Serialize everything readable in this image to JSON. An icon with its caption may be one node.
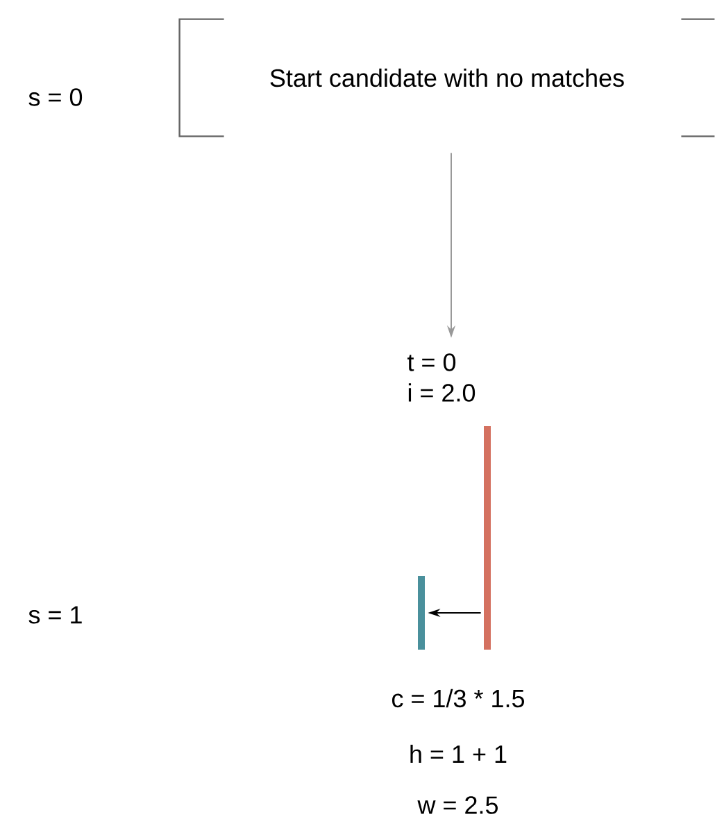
{
  "diagram": {
    "nodes": [
      {
        "text": [
          "Start candidate with no matches"
        ]
      },
      {
        "text": [
          "t = 0",
          "i = 2.0"
        ]
      },
      {
        "text": [],
        "shape": "bar"
      },
      {
        "text": [],
        "shape": "bar"
      }
    ],
    "edges": [
      {
        "from": 0,
        "to": 1,
        "arrow": "to",
        "color": "#999999"
      },
      {
        "from": 2,
        "to": 3,
        "arrow": "to",
        "color": "#000000"
      }
    ],
    "labels": [
      "s = 0",
      "s = 1",
      "c = 1/3 * 1.5",
      "h = 1 + 1",
      "w = 2.5"
    ]
  }
}
